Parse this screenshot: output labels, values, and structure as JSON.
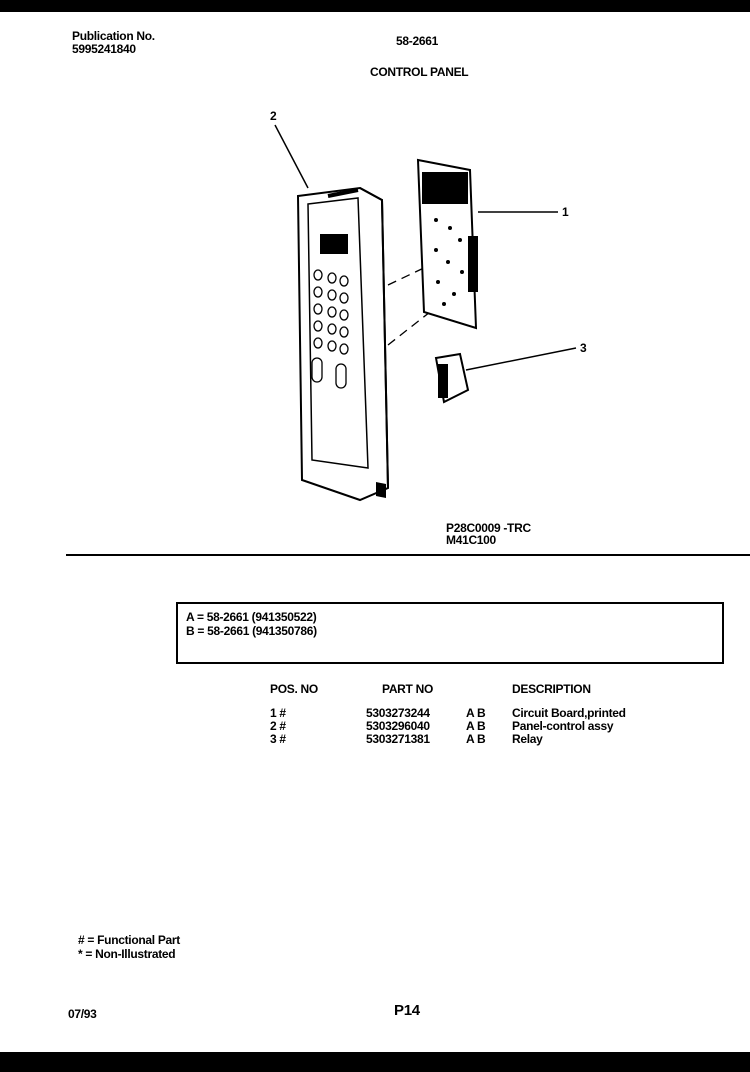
{
  "header": {
    "publication_label": "Publication No.",
    "publication_number": "5995241840",
    "model": "58-2661",
    "section_title": "CONTROL PANEL"
  },
  "diagram": {
    "callouts": [
      "2",
      "1",
      "3"
    ],
    "models": [
      "P28C0009 -TRC",
      "M41C100"
    ]
  },
  "legend": [
    {
      "key": "A",
      "text": "A  =  58-2661 (941350522)"
    },
    {
      "key": "B",
      "text": "B  =  58-2661 (941350786)"
    }
  ],
  "table": {
    "headers": [
      "POS. NO",
      "PART NO",
      "DESCRIPTION"
    ],
    "rows": [
      {
        "pos": "1 #",
        "part": "5303273244",
        "models": "A  B",
        "description": "Circuit Board,printed"
      },
      {
        "pos": "2 #",
        "part": "5303296040",
        "models": "A  B",
        "description": "Panel-control assy"
      },
      {
        "pos": "3 #",
        "part": "5303271381",
        "models": "A  B",
        "description": "Relay"
      }
    ]
  },
  "footnotes": [
    "# = Functional Part",
    "* = Non-Illustrated"
  ],
  "footer": {
    "date": "07/93",
    "page": "P14"
  }
}
